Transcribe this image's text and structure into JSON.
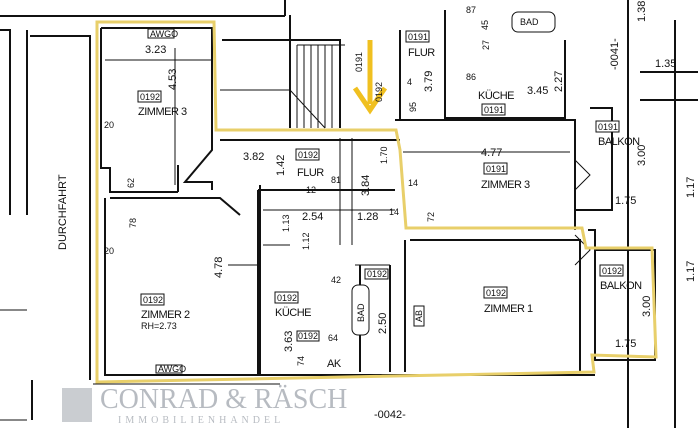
{
  "plan": {
    "outline_color": "#e8cf6a",
    "arrow_color": "#f0c020",
    "watermark": {
      "line1": "CONRAD & RÄSCH",
      "line2": "IMMOBILIENHANDEL"
    },
    "building_labels": {
      "left_passage": "DURCHFAHRT",
      "unit_right": "-0041-",
      "unit_bottom": "-0042-"
    },
    "rooms": {
      "zimmer3_left": {
        "code": "0192",
        "name": "ZIMMER 3",
        "window": "AWGO",
        "width": "3.23",
        "depth": "4.53",
        "d1": "20",
        "d2": "62"
      },
      "flur_left": {
        "code": "0192",
        "name": "FLUR",
        "width": "3.82",
        "h": "1.42",
        "d1": "81",
        "d2": "12",
        "w2": "2.54",
        "h2": "1.13",
        "h3": "1.12",
        "d3": "42"
      },
      "zimmer2": {
        "code": "0192",
        "name": "ZIMMER 2",
        "height_note": "RH=2.73",
        "depth": "4.78",
        "d1": "78",
        "d2": "20",
        "window": "AWGO"
      },
      "kueche_left": {
        "code": "0192",
        "name": "KÜCHE",
        "depth": "3.63",
        "d1": "74",
        "ak_code": "0192",
        "d2": "64",
        "ak": "AK"
      },
      "bad_left": {
        "code": "0192",
        "name": "BAD",
        "depth": "2.50"
      },
      "flur_right": {
        "code": "0191",
        "name": "FLUR",
        "depth": "3.79",
        "d1": "95",
        "d2": "4",
        "stair_code": "0191",
        "stair_code2": "0192"
      },
      "kueche_right": {
        "code": "0191",
        "name": "KÜCHE",
        "width": "3.45",
        "depth": "2.27",
        "d1": "87",
        "d2": "45",
        "d3": "27",
        "d4": "86",
        "bath": "BAD"
      },
      "zimmer3_right": {
        "code": "0191",
        "name": "ZIMMER 3",
        "width": "4.77",
        "d1": "14",
        "stair_h": "3.84",
        "stair_h2": "1.70",
        "w2": "1.28",
        "d2": "14",
        "d3": "72"
      },
      "balkon_right_top": {
        "code": "0191",
        "name": "BALKON",
        "depth": "3.00",
        "width": "1.75"
      },
      "zimmer1": {
        "code": "0192",
        "name": "ZIMMER 1",
        "ab": "AB"
      },
      "balkon_right_bottom": {
        "code": "0192",
        "name": "BALKON",
        "depth": "3.00",
        "width": "1.75"
      }
    },
    "outside_dims": {
      "top": "1.38",
      "mid": "1.35",
      "r1": "1.17",
      "r2": "1.17"
    }
  }
}
